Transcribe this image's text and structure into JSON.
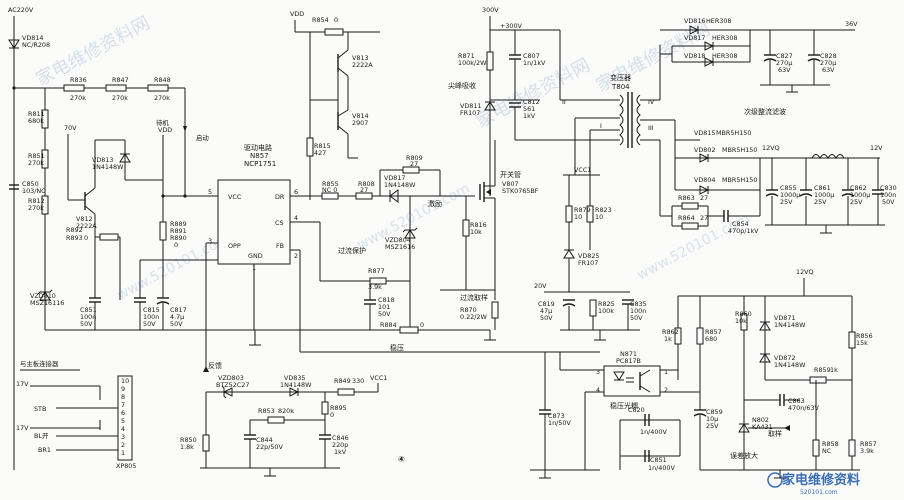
{
  "labels": {
    "ac220v": "AC220V",
    "vd814": "VD814",
    "vd814_v": "NC/R208",
    "r836": "R836",
    "r836_v": "270k",
    "r847": "R847",
    "r847_v": "270k",
    "r848": "R848",
    "r848_v": "270k",
    "r811": "R811",
    "r811_v": "680k",
    "r851": "R851",
    "r851_v": "270k",
    "r812": "R812",
    "r812_v": "270k",
    "c850": "C850",
    "c850_v": "103/NC",
    "v70": "70V",
    "vd813": "VD813",
    "vd813_v": "1N4148W",
    "v812": "V812",
    "v812_v": "2222A",
    "r892": "R892",
    "r893": "R893",
    "r893_v": "0",
    "standby": "待机",
    "vdd_label": "VDD",
    "start": "启动",
    "vzd810": "VZD810",
    "vzd810_v": "MSZ16116",
    "c851": "C851",
    "c851_v1": "100n",
    "c851_v2": "50V",
    "c815": "C815",
    "c815_v1": "100n",
    "c815_v2": "50V",
    "c817": "C817",
    "c817_v1": "4.7μ",
    "c817_v2": "50V",
    "r889": "R889",
    "r891": "R891",
    "r890": "R890",
    "r890_v": "0",
    "vdd_top": "VDD",
    "r854": "R854",
    "r854_v": "0",
    "v813": "V813",
    "v813_v": "2222A",
    "v814": "V814",
    "v814_v": "2907",
    "r815": "R815",
    "r815_v": "427",
    "drv_title1": "驱动电路",
    "drv_title2": "N857",
    "drv_title3": "NCP1751",
    "pin_vcc": "VCC",
    "pin_dr": "DR",
    "pin_cs": "CS",
    "pin_opp": "OPP",
    "pin_gnd": "GND",
    "pin_fb": "FB",
    "pin5": "5",
    "pin6": "6",
    "pin4": "4",
    "pin3": "3",
    "pin1": "1",
    "pin2": "2",
    "r855": "R855",
    "r855_v": "NC 0",
    "r808": "R808",
    "r808_v": "27",
    "r809": "R809",
    "r809_v": "27",
    "vd817": "VD817",
    "vd817_v": "1N4148W",
    "exc": "激励",
    "v300": "300V",
    "p300": "+300V",
    "r871": "R871",
    "r871_v": "100k/2W",
    "c807": "C807",
    "c807_v": "1n/1kV",
    "spike": "尖峰吸收",
    "vd811": "VD811",
    "vd811_v": "FR107",
    "c812": "C812",
    "c812_v1": "561",
    "c812_v2": "1kV",
    "switch": "开关管",
    "v807": "V807",
    "v807_v": "STK0765BF",
    "r816": "R816",
    "r816_v": "10k",
    "vzd804": "VZD804",
    "vzd804_v": "MSZ1616",
    "ovp": "过流保护",
    "r877": "R877",
    "r877_v": "3.9k",
    "c818": "C818",
    "c818_v1": "101",
    "c818_v2": "50V",
    "r884": "R884",
    "r884_v": "0",
    "ocs": "过流取样",
    "r870": "R870",
    "r870_v": "0.22/2W",
    "v20": "20V",
    "c819": "C819",
    "c819_v1": "47μ",
    "c819_v2": "50V",
    "r825": "R825",
    "r825_v": "100k",
    "c835": "C835",
    "c835_v1": "100n",
    "c835_v2": "50V",
    "vcc1": "VCC1",
    "r879": "R879",
    "r879_v": "10",
    "r823": "R823",
    "r823_v": "10",
    "vd825": "VD825",
    "vd825_v": "FR107",
    "xfmr": "变压器",
    "t804": "T804",
    "vd816": "VD816",
    "vd816_v": "HER308",
    "vd817b": "VD817",
    "vd817b_v": "HER308",
    "vd818": "VD818",
    "vd818_v": "HER308",
    "c827": "C827",
    "c827_v1": "270μ",
    "c827_v2": "63V",
    "c828": "C828",
    "c828_v1": "270μ",
    "c828_v2": "63V",
    "v36": "36V",
    "secondary": "次级整流滤波",
    "vd815": "VD815",
    "vd815_v": "MBR5H150",
    "vd802": "VD802",
    "vd802_v": "MBR5H150",
    "vd804": "VD804",
    "vd804_v": "MBR5H150",
    "r863": "R863",
    "r863_v": "27",
    "r864": "R864",
    "r864_v": "27",
    "c854": "C854",
    "c854_v": "470p/1kV",
    "v12vq": "12VQ",
    "v12v": "12V",
    "c855": "C855",
    "c855_v1": "1000μ",
    "c855_v2": "25V",
    "c861": "C861",
    "c861_v1": "1000μ",
    "c861_v2": "25V",
    "c862": "C862",
    "c862_v1": "1000μ",
    "c862_v2": "25V",
    "c830": "C830",
    "c830_v1": "100n",
    "c830_v2": "50V",
    "v12vq2": "12VQ",
    "r862": "R862",
    "r862_v": "1k",
    "r857": "R857",
    "r857_v": "680",
    "r860": "R860",
    "r860_v": "10k",
    "vd871": "VD871",
    "vd871_v": "1N4148W",
    "vd872": "VD872",
    "vd872_v": "1N4148W",
    "r856": "R856",
    "r856_v": "15k",
    "n871": "N871",
    "n871_v": "PC817B",
    "stab_opto": "稳压光耦",
    "stab": "稳压",
    "c873": "C873",
    "c873_v": "1n/50V",
    "c820": "C820",
    "c820_v": "1n/400V",
    "c851b": "C851",
    "c851b_v": "1n/400V",
    "c859": "C859",
    "c859_v1": "10μ",
    "c859_v2": "25V",
    "c863": "C863",
    "c863_v": "470n/63V",
    "r859": "R859",
    "r859_v": "1k",
    "n802": "N802",
    "n802_v": "KA431",
    "sample": "取样",
    "error_amp": "误差放大",
    "r858": "R858",
    "r858_v": "NC",
    "r857b": "R857",
    "r857b_v": "3.9k",
    "feedback": "反馈",
    "vzd803": "VZD803",
    "vzd803_v": "BTZ52C27",
    "vd835": "VD835",
    "vd835_v": "1N4148W",
    "r849": "R849",
    "r849_v": "330",
    "vcc1b": "VCC1",
    "r853": "R853",
    "r853_v": "820k",
    "r895": "R895",
    "r895_v": "0",
    "r850": "R850",
    "r850_v": "1.8k",
    "c844": "C844",
    "c844_v": "22p/50V",
    "c846": "C846",
    "c846_v1": "220p",
    "c846_v2": "1kV",
    "page_num": "④",
    "conn_title": "与主板连接器",
    "v17a": "17V",
    "v17b": "17V",
    "stb": "STB",
    "bl": "BL开",
    "br1": "BR1",
    "xp805": "XP805",
    "pins": [
      "10",
      "9",
      "8",
      "7",
      "6",
      "5",
      "4",
      "3",
      "2",
      "1"
    ]
  },
  "watermark": {
    "text_cn": "家电维修资料网",
    "url": "www.520101.com",
    "logo_cn": "家电维修资料",
    "logo_url": "520101.com"
  }
}
